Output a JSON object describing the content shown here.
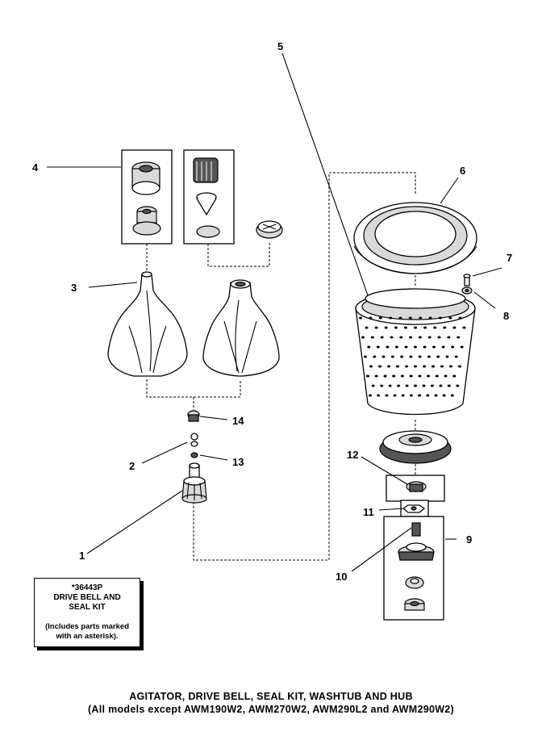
{
  "callouts": {
    "c1": "1",
    "c2": "2",
    "c3": "3",
    "c4": "4",
    "c5": "5",
    "c6": "6",
    "c7": "7",
    "c8": "8",
    "c9": "9",
    "c10": "10",
    "c11": "11",
    "c12": "12",
    "c13": "13",
    "c14": "14"
  },
  "kit": {
    "part_number": "*36443P",
    "line1": "DRIVE BELL AND",
    "line2": "SEAL KIT",
    "note1": "(Includes parts marked",
    "note2": "with an asterisk)."
  },
  "title": {
    "line1": "AGITATOR, DRIVE BELL, SEAL KIT, WASHTUB AND HUB",
    "line2": "(All models except AWM190W2, AWM270W2, AWM290L2 and AWM290W2)"
  }
}
